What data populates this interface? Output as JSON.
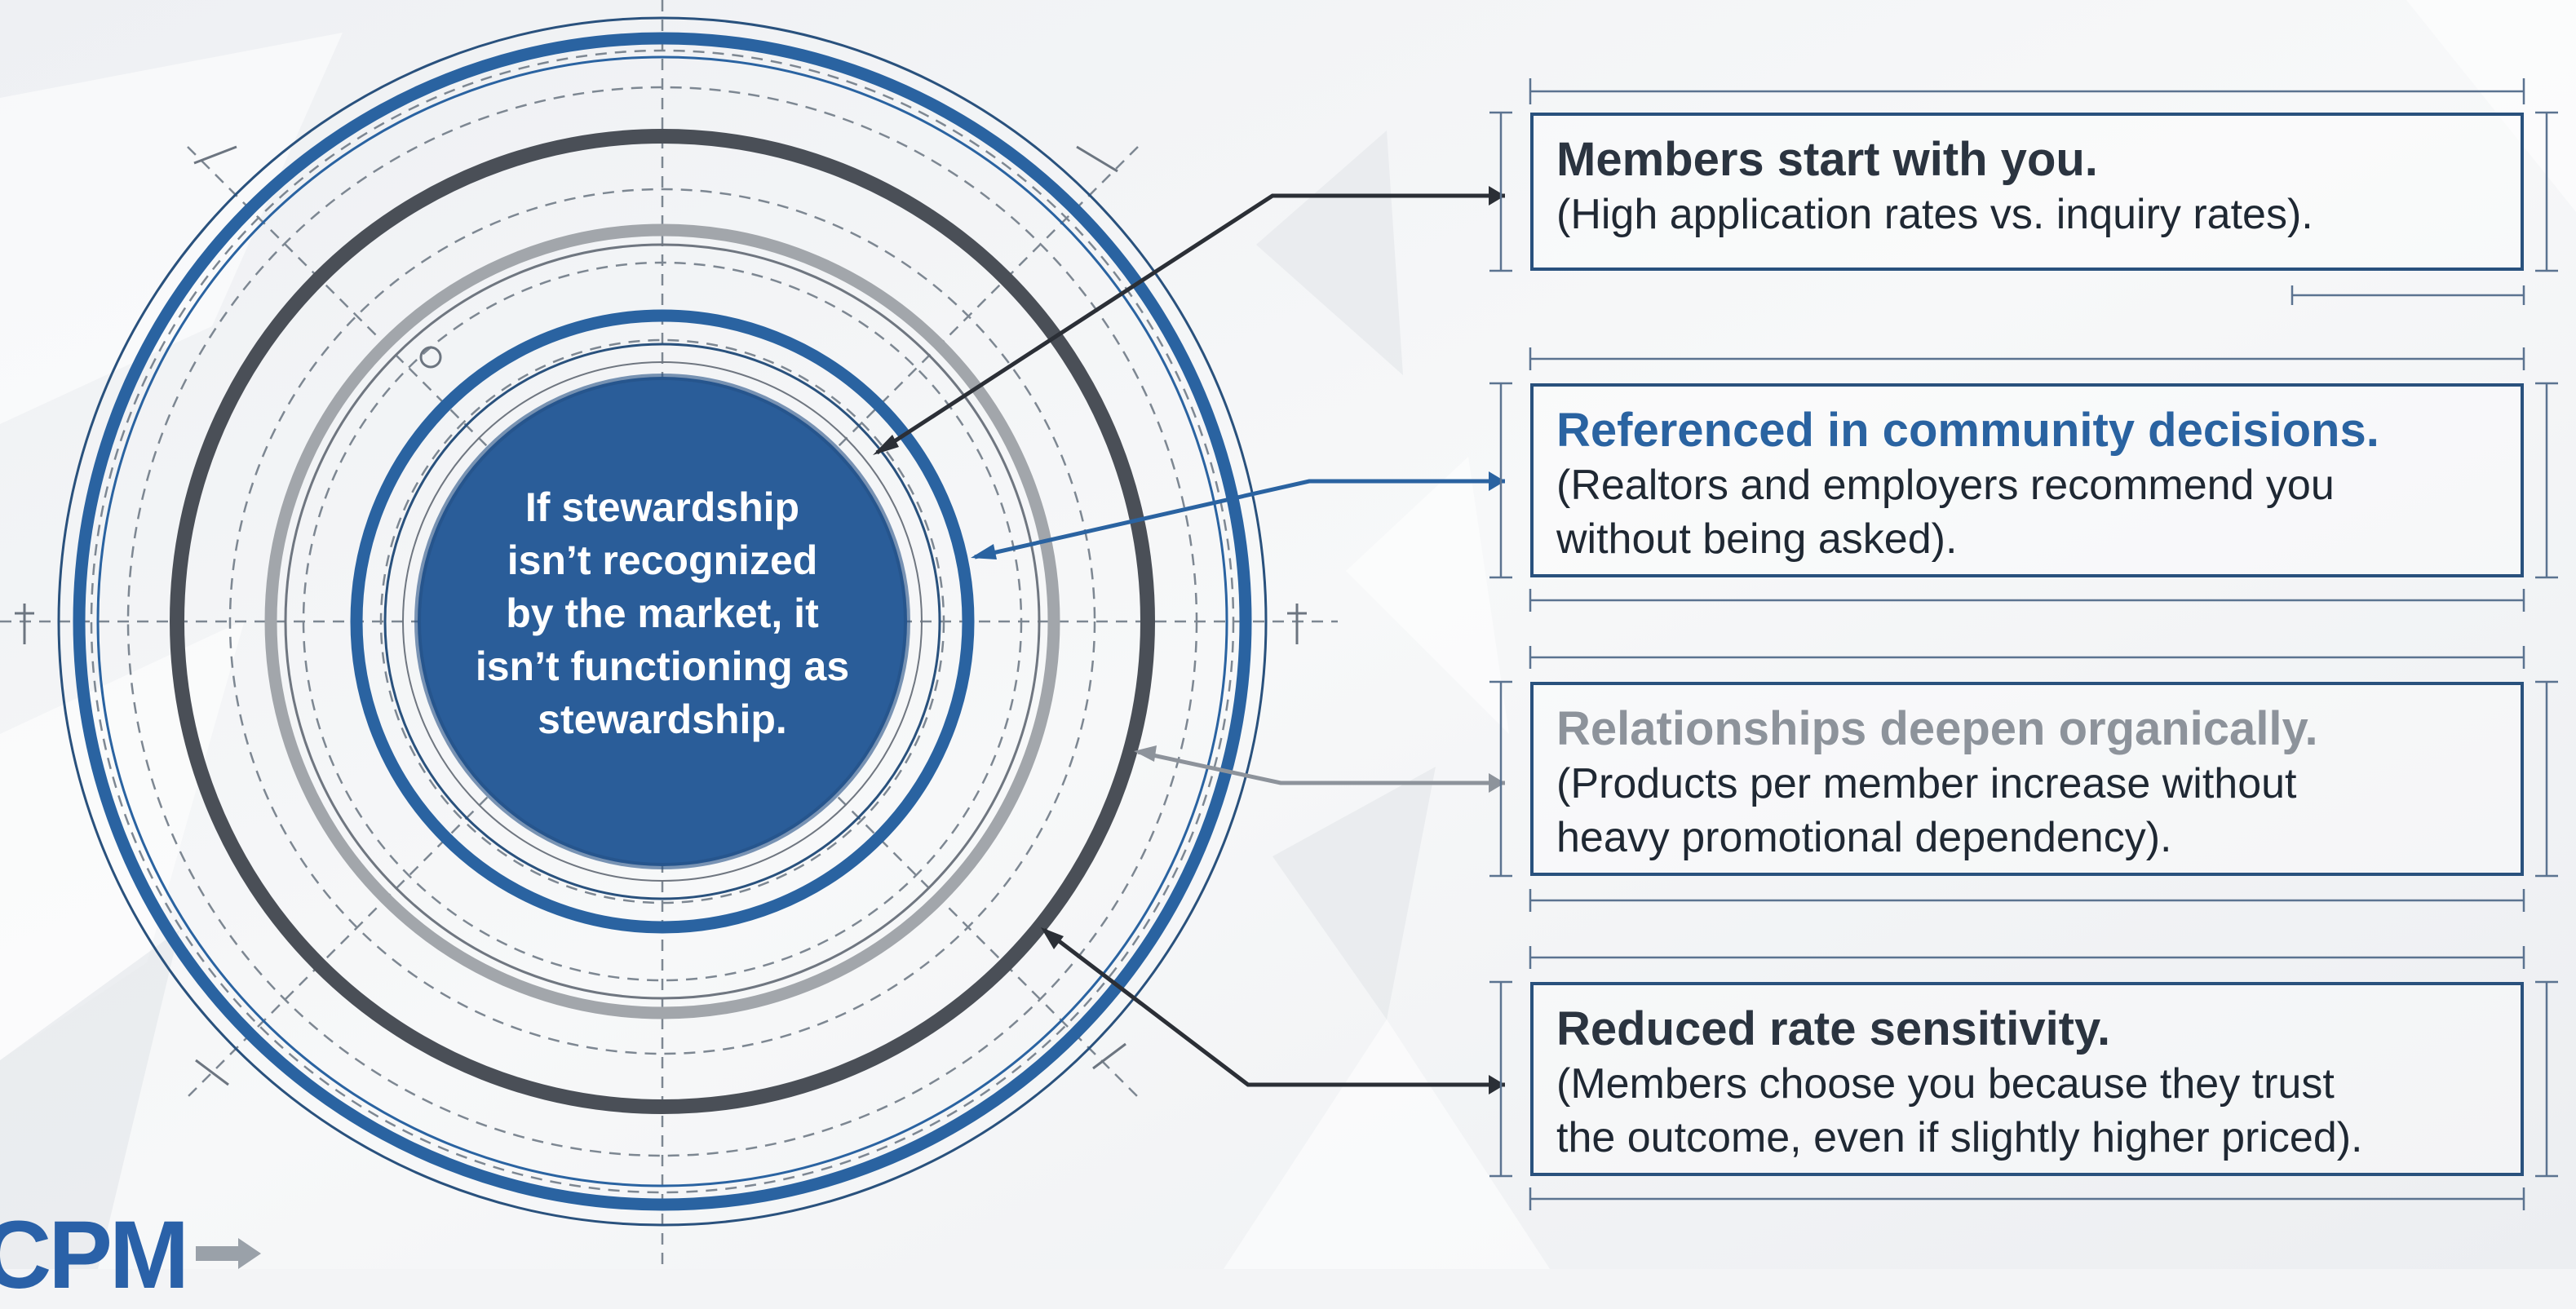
{
  "center": {
    "lines": [
      "If stewardship",
      "isn’t recognized",
      "by the market, it",
      "isn’t functioning as",
      "stewardship."
    ]
  },
  "cards": [
    {
      "title": "Members start with you.",
      "body": [
        "(High application rates vs. inquiry rates)."
      ],
      "title_color": "#2b3440",
      "arrow_color": "#2b2f36"
    },
    {
      "title": "Referenced in community decisions.",
      "body": [
        "(Realtors and employers recommend you",
        "without being asked)."
      ],
      "title_color": "#2a63a1",
      "arrow_color": "#2a63a1"
    },
    {
      "title": "Relationships deepen organically.",
      "body": [
        "(Products per member increase without",
        "heavy promotional dependency)."
      ],
      "title_color": "#8d939b",
      "arrow_color": "#8d939b"
    },
    {
      "title": "Reduced rate sensitivity.",
      "body": [
        "(Members choose you because they trust",
        "the outcome, even if slightly higher priced)."
      ],
      "title_color": "#2b3440",
      "arrow_color": "#2b2f36"
    }
  ],
  "logo": {
    "text": "CPM"
  },
  "colors": {
    "blue": "#2a63a1",
    "center_fill": "#2a5d99",
    "dark_ring": "#4a4f57",
    "gray_ring": "#a2a6ab",
    "outline": "#29517d"
  }
}
